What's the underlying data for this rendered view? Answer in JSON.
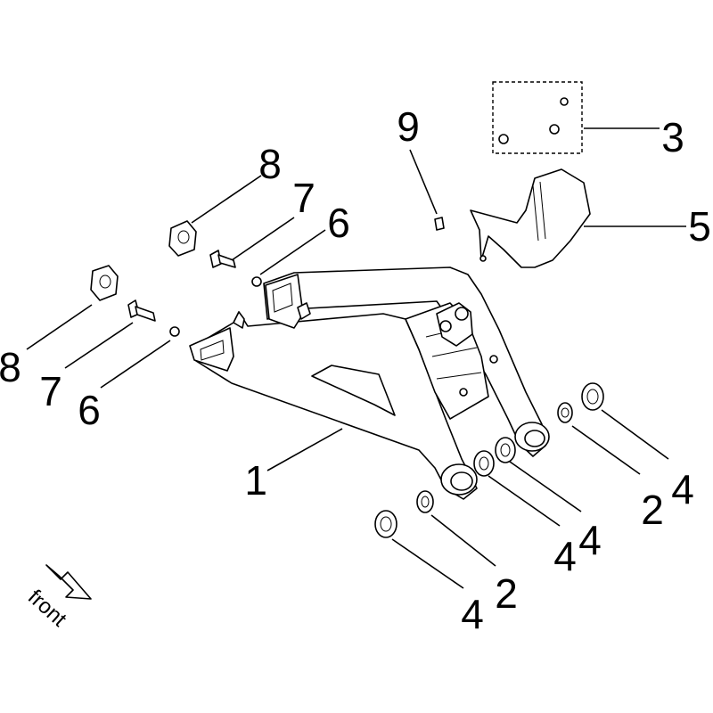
{
  "callouts": {
    "c1": "1",
    "c2a": "2",
    "c2b": "2",
    "c3": "3",
    "c4a": "4",
    "c4b": "4",
    "c4c": "4",
    "c4d": "4",
    "c5": "5",
    "c6a": "6",
    "c6b": "6",
    "c7a": "7",
    "c7b": "7",
    "c8a": "8",
    "c8b": "8",
    "c9": "9"
  },
  "front_label": "front",
  "colors": {
    "stroke": "#000000",
    "background": "#ffffff"
  }
}
